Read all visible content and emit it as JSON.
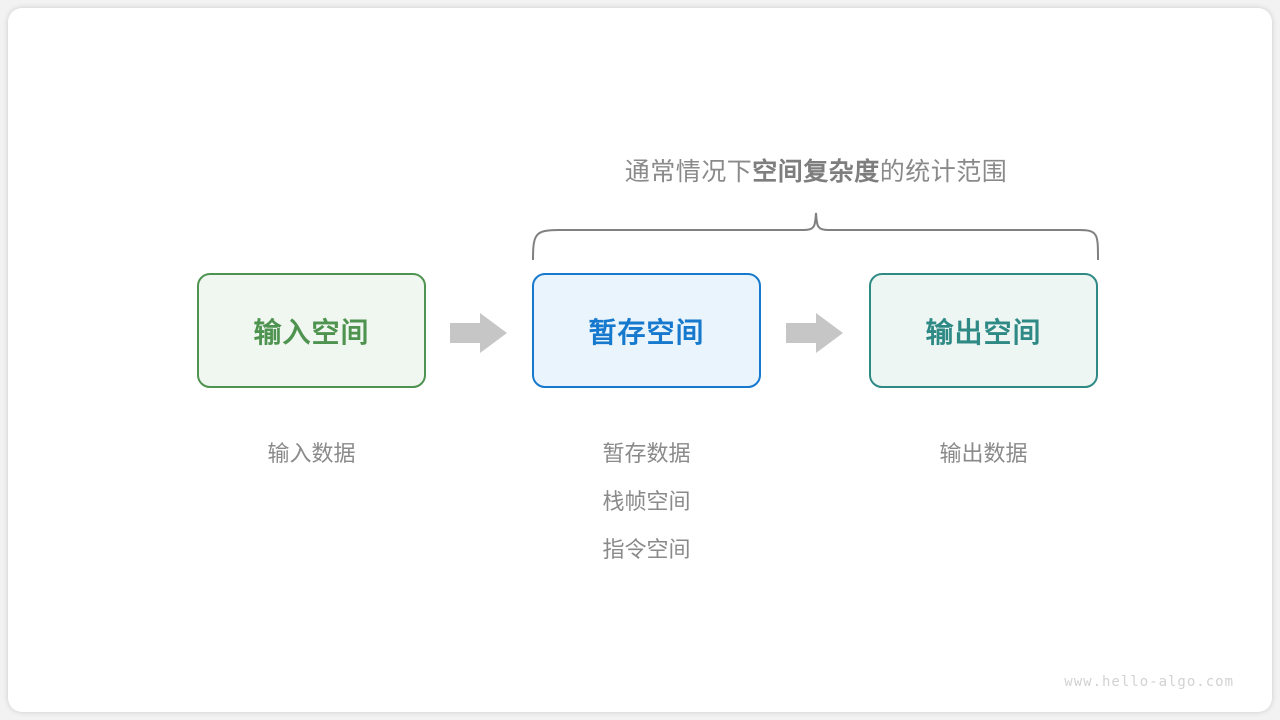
{
  "canvas": {
    "background": "#ffffff",
    "card_background": "#ffffff"
  },
  "annotation": {
    "title_prefix": "通常情况下",
    "title_emphasis": "空间复杂度",
    "title_suffix": "的统计范围",
    "brace_color": "#808080",
    "text_color": "#8a8a8a"
  },
  "flow": {
    "boxes": [
      {
        "id": "input",
        "label": "输入空间",
        "border_color": "#4f9350",
        "fill_color": "#f0f7f0",
        "text_color": "#4f9350"
      },
      {
        "id": "temp",
        "label": "暂存空间",
        "border_color": "#1779cd",
        "fill_color": "#e9f4fc",
        "text_color": "#1779cd"
      },
      {
        "id": "output",
        "label": "输出空间",
        "border_color": "#2f8a85",
        "fill_color": "#eef6f4",
        "text_color": "#2f8a85"
      }
    ],
    "arrows": [
      {
        "id": "arrow-1",
        "direction": "right",
        "color": "#c6c6c6"
      },
      {
        "id": "arrow-2",
        "direction": "right",
        "color": "#c6c6c6"
      }
    ],
    "captions": [
      {
        "id": "input",
        "lines": [
          "输入数据"
        ]
      },
      {
        "id": "temp",
        "lines": [
          "暂存数据",
          "栈帧空间",
          "指令空间"
        ]
      },
      {
        "id": "output",
        "lines": [
          "输出数据"
        ]
      }
    ]
  },
  "watermark": {
    "text": "www.hello-algo.com"
  }
}
